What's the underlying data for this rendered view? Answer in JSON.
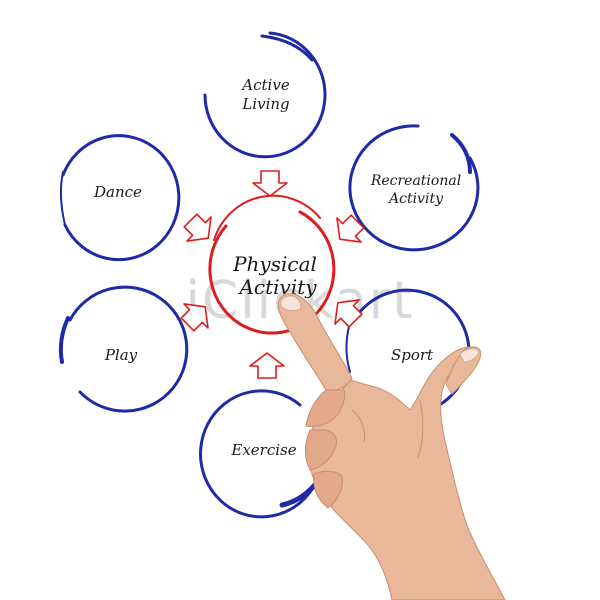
{
  "center": {
    "line1": "Physical",
    "line2": "Activity"
  },
  "nodes": {
    "active_living": {
      "line1": "Active",
      "line2": "Living"
    },
    "recreational_activity": {
      "line1": "Recreational",
      "line2": "Activity"
    },
    "dance": {
      "label": "Dance"
    },
    "play": {
      "label": "Play"
    },
    "sport": {
      "label": "Sport"
    },
    "exercise": {
      "label": "Exercise"
    }
  },
  "watermark": {
    "text": "iClickart"
  },
  "colors": {
    "node_circle": "#1f2aa8",
    "center_circle": "#e01b1b",
    "arrow": "#e01b1b",
    "skin": "#e9b79a",
    "skin_shadow": "#c98d6e",
    "text": "#1a1a1a"
  },
  "icons": {
    "arrow": "outline-arrow-icon",
    "hand": "pointing-hand-icon"
  }
}
